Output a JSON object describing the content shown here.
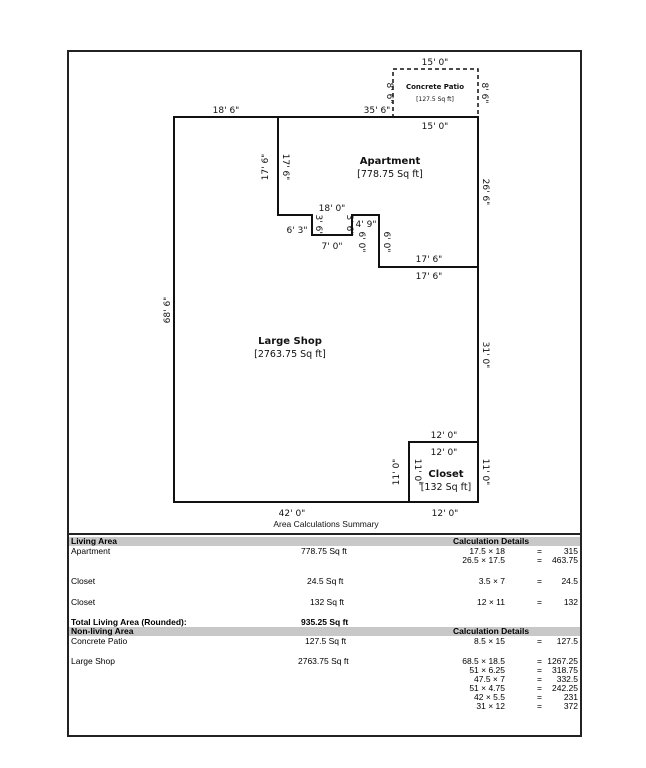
{
  "dimensions": {
    "patio_top": "15' 0\"",
    "patio_left": "8' 6\"",
    "patio_right": "8' 6\"",
    "top_left": "18' 6\"",
    "top_mid": "35' 6\"",
    "apt_top": "15' 0\"",
    "apt_left": "17' 6\"",
    "apt_left_inner": "17' 6\"",
    "apt_right": "26' 6\"",
    "closet_top": "18' 0\"",
    "closet_left": "6' 3\"",
    "closet_bottom": "7' 0\"",
    "closet_h_a": "3' 6\"",
    "closet_h_b": "3' 6\"",
    "step_a": "4' 9\"",
    "step_v_a": "6' 0\"",
    "step_v_b": "6' 0\"",
    "step_bot_a": "17' 6\"",
    "step_bot_b": "17' 6\"",
    "shop_left": "68' 6\"",
    "shop_right": "31' 0\"",
    "cl2_top_a": "12' 0\"",
    "cl2_top_b": "12' 0\"",
    "cl2_left_a": "11' 0\"",
    "cl2_left_b": "11' 0\"",
    "cl2_right": "11' 0\"",
    "bottom_left": "42' 0\"",
    "bottom_right": "12' 0\""
  },
  "rooms": {
    "patio": {
      "name": "Concrete Patio",
      "area": "[127.5 Sq ft]"
    },
    "apartment": {
      "name": "Apartment",
      "area": "[778.75 Sq ft]"
    },
    "shop": {
      "name": "Large Shop",
      "area": "[2763.75 Sq ft]"
    },
    "closet": {
      "name": "Closet",
      "area": "[132 Sq ft]"
    }
  },
  "summary_label": "Area Calculations Summary",
  "living": {
    "header": "Living Area",
    "details_header": "Calculation Details",
    "rows": [
      {
        "name": "Apartment",
        "area": "778.75 Sq ft",
        "calcs": [
          {
            "expr": "17.5 × 18",
            "eq": "=",
            "res": "315"
          },
          {
            "expr": "26.5 × 17.5",
            "eq": "=",
            "res": "463.75"
          }
        ]
      },
      {
        "name": "Closet",
        "area": "24.5 Sq ft",
        "calcs": [
          {
            "expr": "3.5 × 7",
            "eq": "=",
            "res": "24.5"
          }
        ]
      },
      {
        "name": "Closet",
        "area": "132 Sq ft",
        "calcs": [
          {
            "expr": "12 × 11",
            "eq": "=",
            "res": "132"
          }
        ]
      }
    ],
    "total_label": "Total Living Area (Rounded):",
    "total_value": "935.25 Sq ft"
  },
  "nonliving": {
    "header": "Non-living Area",
    "details_header": "Calculation Details",
    "rows": [
      {
        "name": "Concrete Patio",
        "area": "127.5 Sq ft",
        "calcs": [
          {
            "expr": "8.5 × 15",
            "eq": "=",
            "res": "127.5"
          }
        ]
      },
      {
        "name": "Large Shop",
        "area": "2763.75 Sq ft",
        "calcs": [
          {
            "expr": "68.5 × 18.5",
            "eq": "=",
            "res": "1267.25"
          },
          {
            "expr": "51 × 6.25",
            "eq": "=",
            "res": "318.75"
          },
          {
            "expr": "47.5 × 7",
            "eq": "=",
            "res": "332.5"
          },
          {
            "expr": "51 × 4.75",
            "eq": "=",
            "res": "242.25"
          },
          {
            "expr": "42 × 5.5",
            "eq": "=",
            "res": "231"
          },
          {
            "expr": "31 × 12",
            "eq": "=",
            "res": "372"
          }
        ]
      }
    ]
  }
}
